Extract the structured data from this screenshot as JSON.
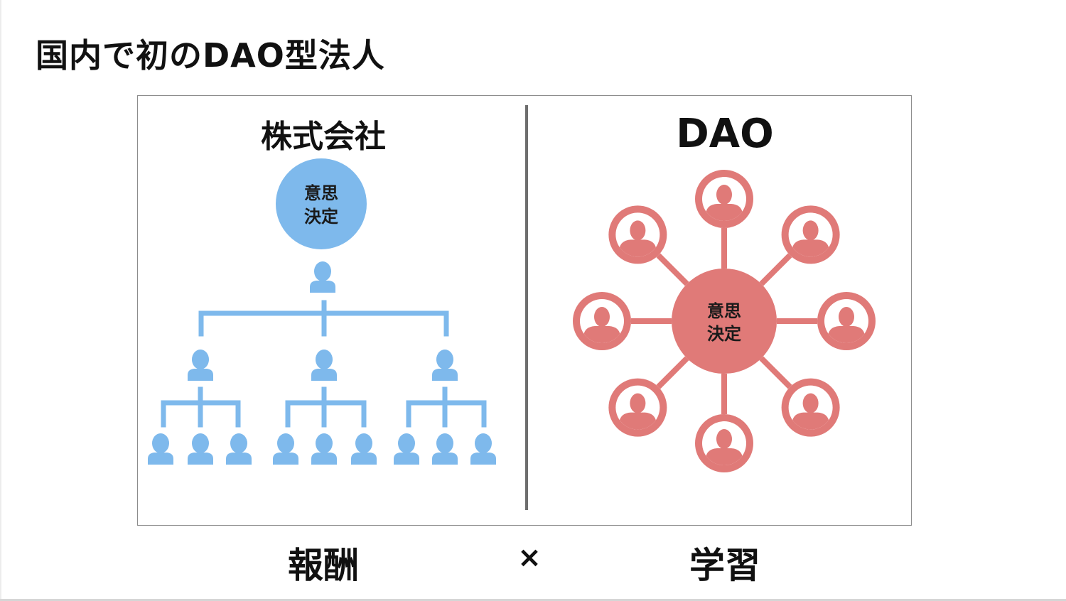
{
  "title": "国内で初のDAO型法人",
  "left_panel": {
    "heading": "株式会社",
    "decision_node": {
      "line1": "意思",
      "line2": "決定"
    }
  },
  "right_panel": {
    "heading": "DAO",
    "decision_node": {
      "line1": "意思",
      "line2": "決定"
    },
    "member_count": 8
  },
  "bottom": {
    "left": "報酬",
    "separator": "×",
    "right": "学習"
  },
  "colors": {
    "hierarchy_blue": "#7eb9ec",
    "dao_red": "#e07a78",
    "divider": "#6e6e6e",
    "text": "#111111"
  }
}
